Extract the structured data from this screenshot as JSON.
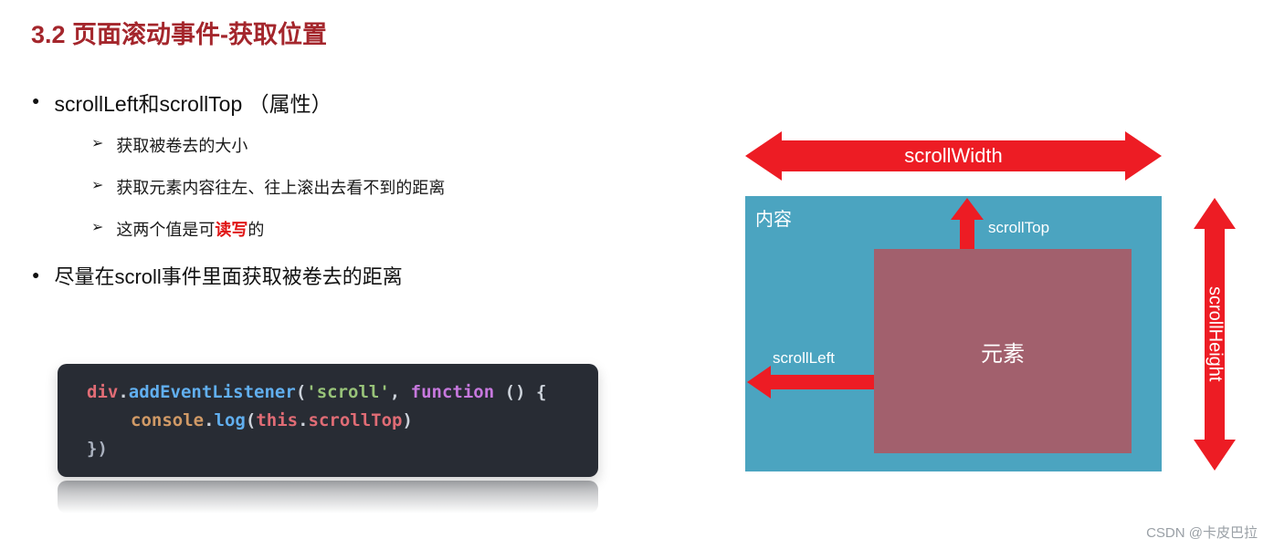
{
  "page": {
    "title": "3.2 页面滚动事件-获取位置",
    "watermark": "CSDN @卡皮巴拉"
  },
  "bullets": {
    "dot": "●",
    "arrow": "➢",
    "item1": "scrollLeft和scrollTop （属性）",
    "sub1": "获取被卷去的大小",
    "sub2": "获取元素内容往左、往上滚出去看不到的距离",
    "sub3_pre": "这两个值是可",
    "sub3_highlight": "读写",
    "sub3_post": "的",
    "item2": "尽量在scroll事件里面获取被卷去的距离"
  },
  "code": {
    "line1": {
      "t1": "div",
      "t2": ".",
      "t3": "addEventListener",
      "t4": "(",
      "t5": "'scroll'",
      "t6": ", ",
      "t7": "function",
      "t8": " () {"
    },
    "line2": {
      "t1": "console",
      "t2": ".",
      "t3": "log",
      "t4": "(",
      "t5": "this",
      "t6": ".",
      "t7": "scrollTop",
      "t8": ")"
    },
    "line3": {
      "t1": "})"
    }
  },
  "diagram": {
    "scroll_width_label": "scrollWidth",
    "scroll_height_label": "scrollHeight",
    "scroll_top_label": "scrollTop",
    "scroll_left_label": "scrollLeft",
    "content_label": "内容",
    "element_label": "元素",
    "colors": {
      "arrow_red": "#ed1c24",
      "content_bg": "#4ba4c0",
      "element_bg": "#a2606d",
      "title_red": "#a4262c",
      "code_bg": "#282c34"
    }
  }
}
